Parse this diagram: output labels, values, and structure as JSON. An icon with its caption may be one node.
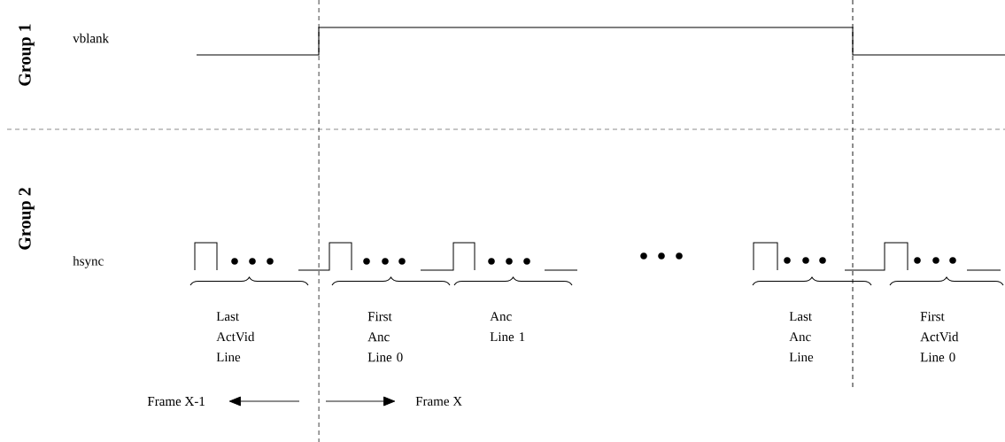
{
  "diagram": {
    "labels": [
      "Group 1",
      "vblank",
      "Group 2",
      "hsync",
      "Last ActVid Line",
      "First Anc Line 0",
      "Anc Line 1",
      "Last Anc Line",
      "First ActVid Line 0",
      "Frame X-1",
      "Frame X"
    ]
  }
}
